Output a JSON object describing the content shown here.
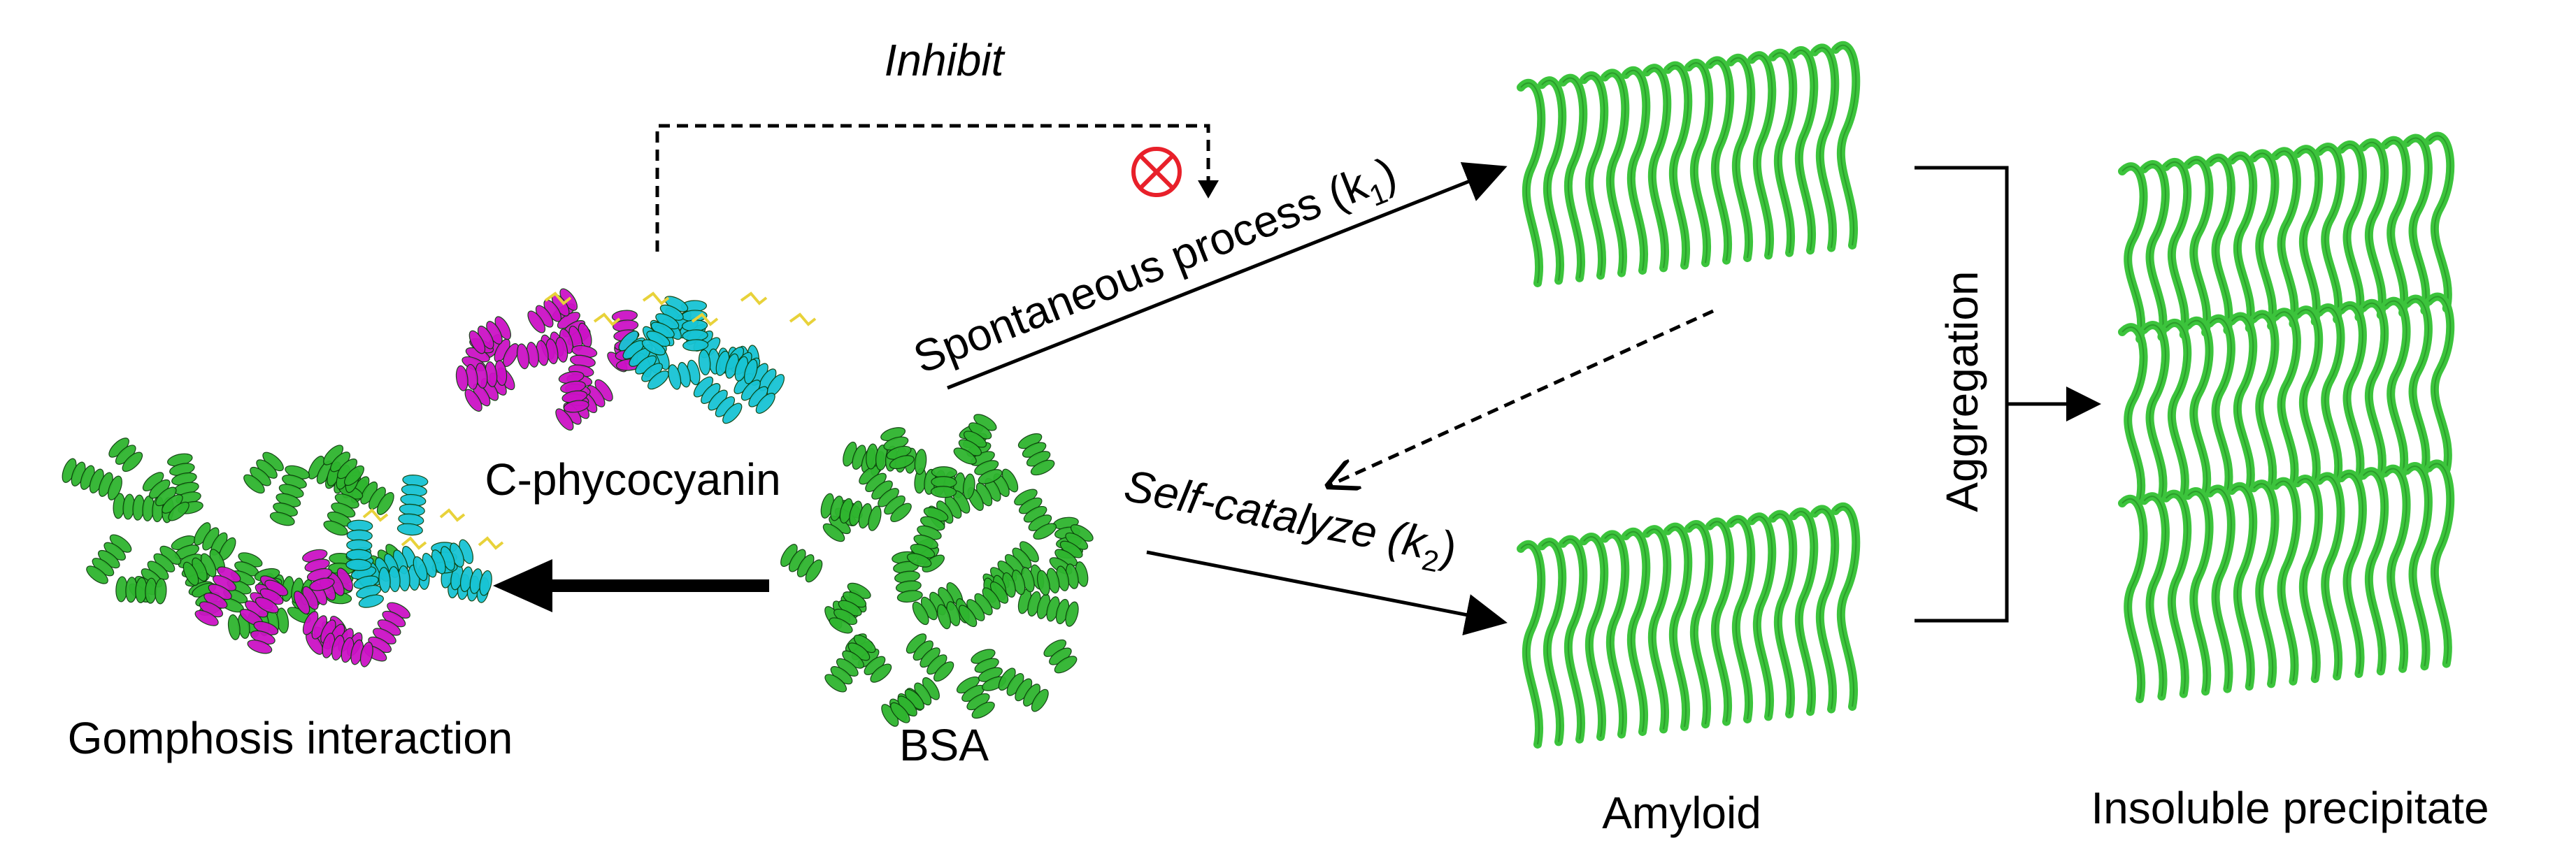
{
  "labels": {
    "inhibit": "Inhibit",
    "c_phycocyanin": "C-phycocyanin",
    "bsa": "BSA",
    "gomphosis": "Gomphosis interaction",
    "amyloid": "Amyloid",
    "insoluble": "Insoluble precipitate",
    "aggregation": "Aggregation"
  },
  "arrows": {
    "spontaneous": {
      "text": "Spontaneous process (k",
      "sub": "1",
      "close": ")"
    },
    "self_catalyze": {
      "text": "Self-catalyze (k",
      "sub": "2",
      "close": ")"
    }
  },
  "colors": {
    "amyloid_green": "#3cc43c",
    "bsa_green": "#2fb52f",
    "cpc_magenta": "#cc12c6",
    "cpc_cyan": "#18c4d4",
    "ligand_yellow": "#e8d23a",
    "inhibit_red": "#e8202a"
  },
  "icons": [
    "inhibit-icon"
  ]
}
